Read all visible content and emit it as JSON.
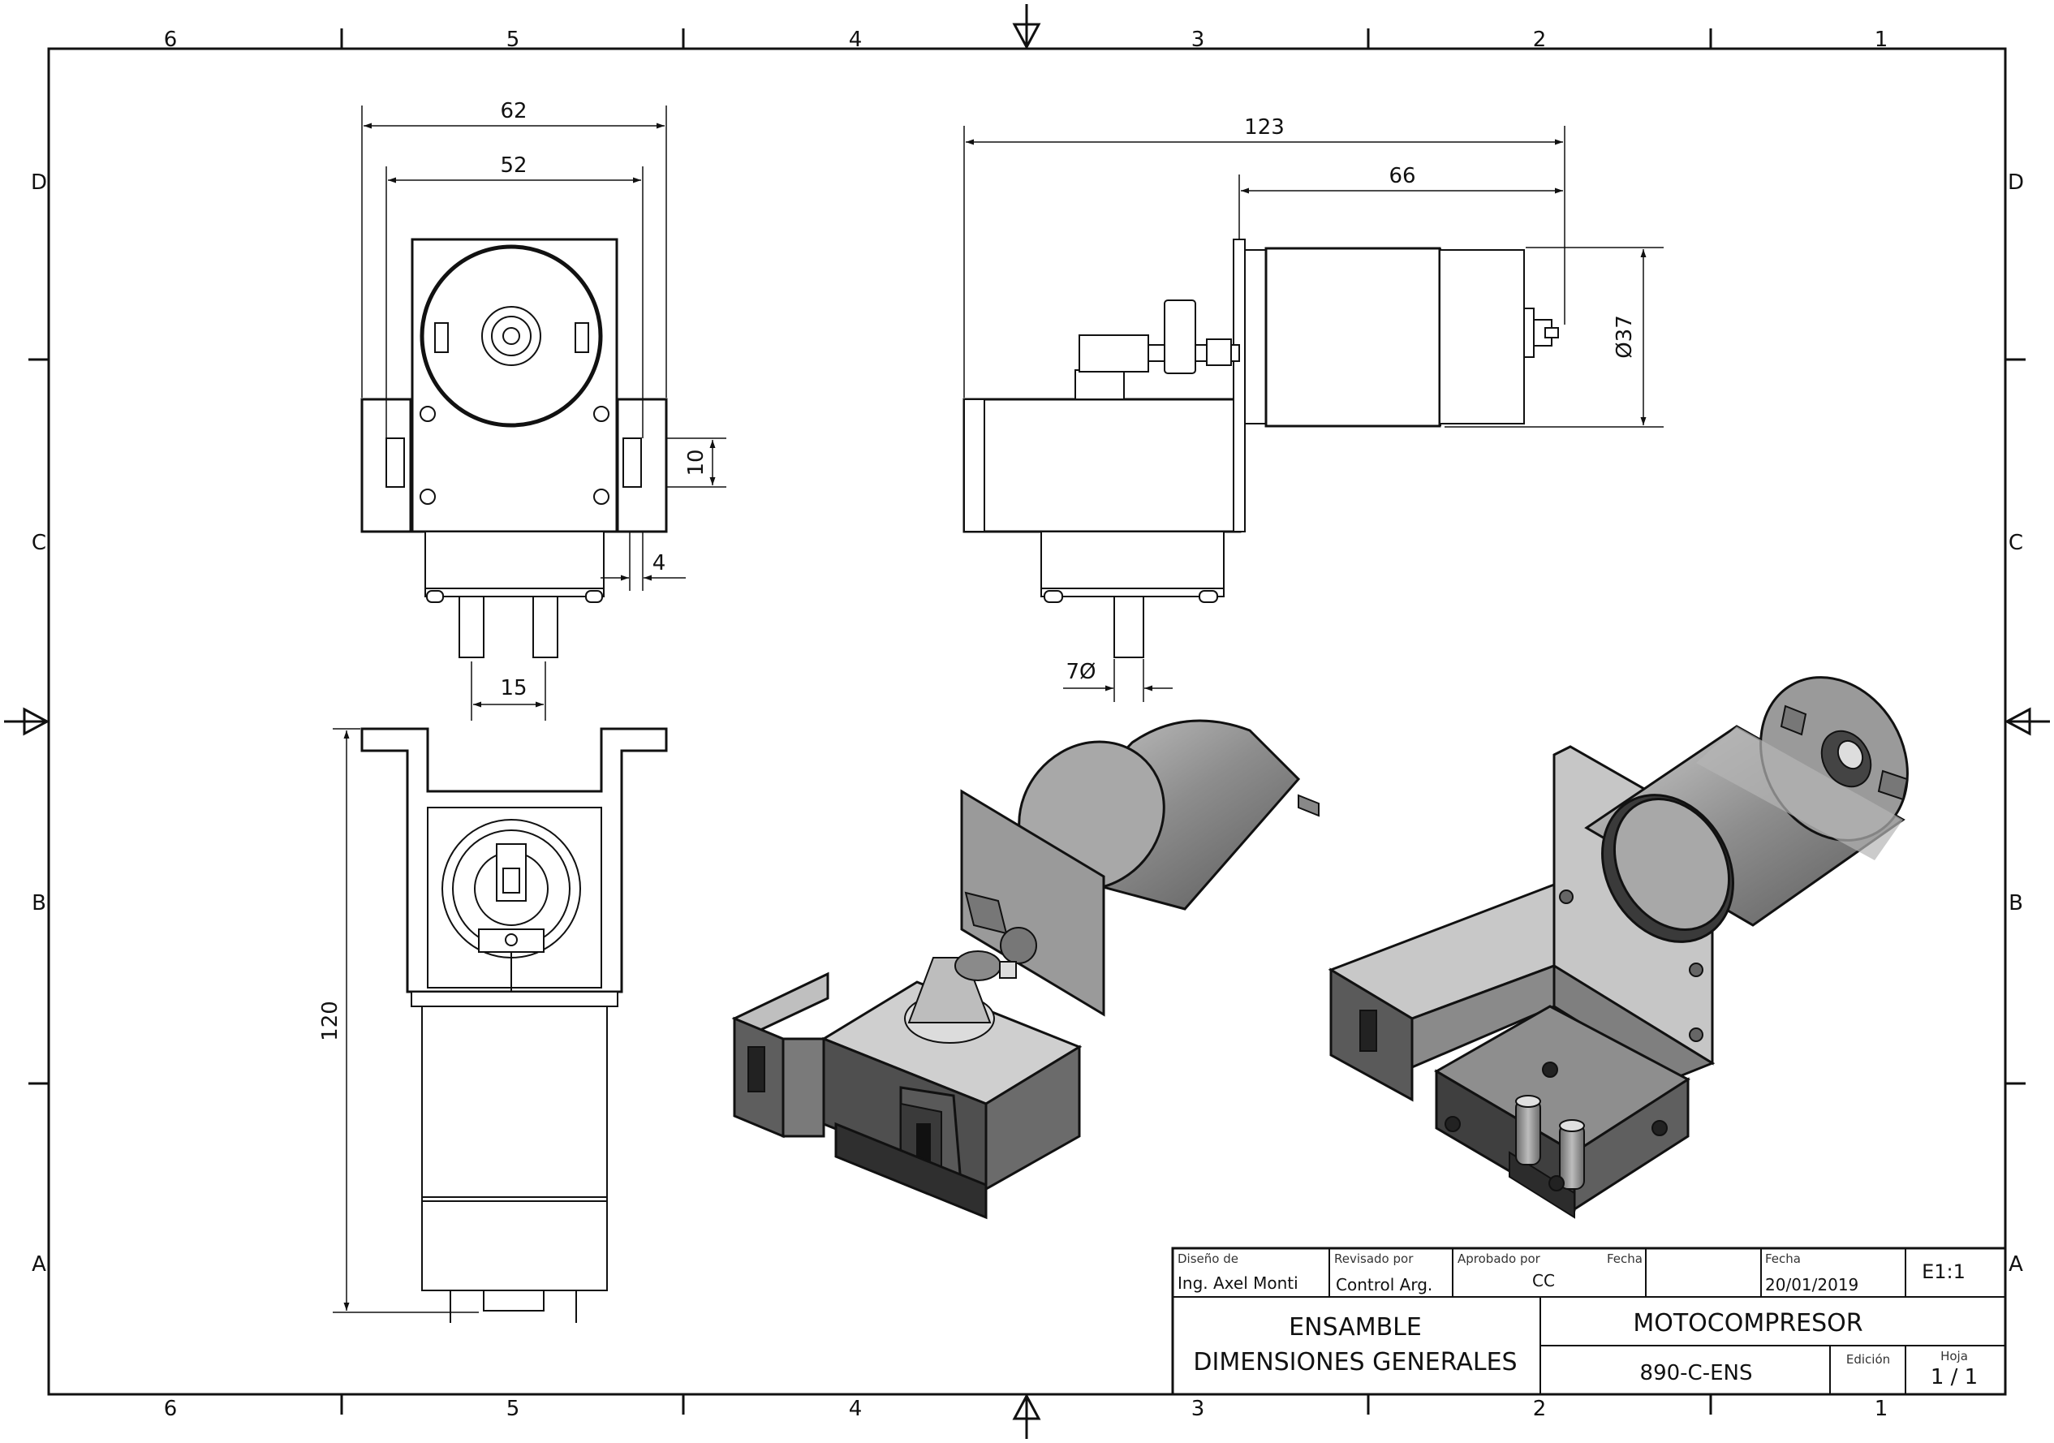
{
  "sheet": {
    "zones_horizontal": [
      "6",
      "5",
      "4",
      "3",
      "2",
      "1"
    ],
    "zones_vertical": [
      "D",
      "C",
      "B",
      "A"
    ]
  },
  "dimensions": {
    "front_total_width": "62",
    "front_body_width": "52",
    "front_tab_height": "10",
    "front_tab_thickness": "4",
    "front_port_spacing": "15",
    "side_total_length": "123",
    "side_motor_length": "66",
    "side_motor_diameter": "Ø37",
    "side_port_diameter": "7Ø",
    "bottom_total_height": "120"
  },
  "title_block": {
    "designer_label": "Diseño de",
    "designer_value": "Ing. Axel Monti",
    "reviewed_label": "Revisado por",
    "reviewed_value": "Control Arg.",
    "approved_label": "Aprobado por",
    "approved_value": "CC",
    "date1_label": "Fecha",
    "date2_label": "Fecha",
    "date2_value": "20/01/2019",
    "scale": "E1:1",
    "title_line1": "ENSAMBLE",
    "title_line2": "DIMENSIONES  GENERALES",
    "part_name": "MOTOCOMPRESOR",
    "drawing_number": "890-C-ENS",
    "edition_label": "Edición",
    "sheet_label": "Hoja",
    "sheet_value": "1 / 1"
  }
}
